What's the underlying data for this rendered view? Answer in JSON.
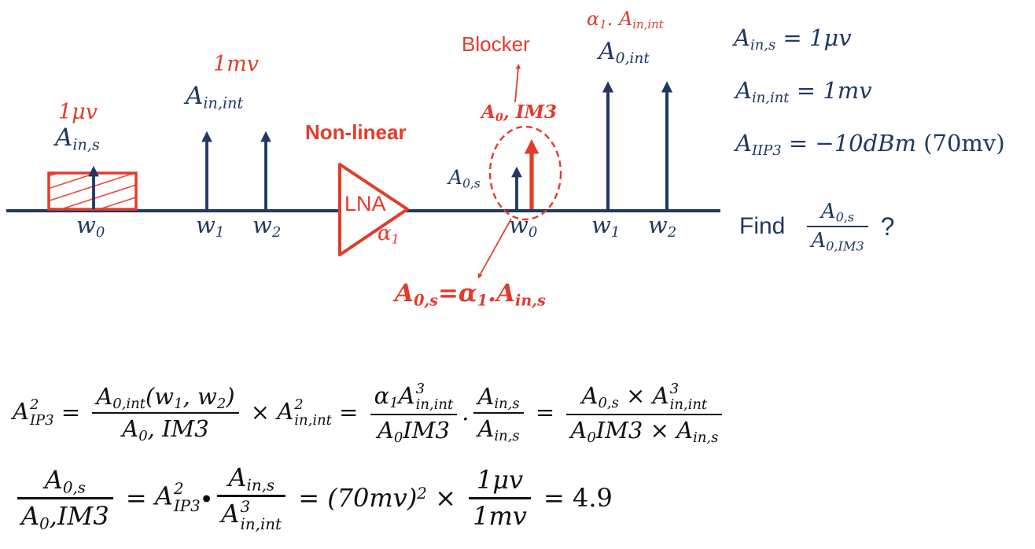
{
  "colors": {
    "navy": "#1F3864",
    "red": "#E33B2B",
    "ink": "#101010"
  },
  "labels": {
    "sig_amp": [
      "1μv"
    ],
    "sig_name": [
      {
        "v": "A",
        "sub": "in,s"
      }
    ],
    "w0": [
      {
        "v": "w",
        "sub": "0"
      }
    ],
    "int_amp": [
      "1mv"
    ],
    "int_name": [
      {
        "v": "A",
        "sub": "in,int"
      }
    ],
    "w1": [
      {
        "v": "w",
        "sub": "1"
      }
    ],
    "w2": [
      {
        "v": "w",
        "sub": "2"
      }
    ],
    "nonlinear": "Non-linear",
    "lna": "LNA",
    "alpha1": [
      {
        "v": "α",
        "sub": "1"
      }
    ],
    "blocker": "Blocker",
    "a0_im3": [
      {
        "v": "A",
        "sub": "0"
      },
      ", IM3"
    ],
    "a0_s": [
      {
        "v": "A",
        "sub": "0,s"
      }
    ],
    "alpha_a_in_int": [
      {
        "v": "α",
        "sub": "1"
      },
      ". ",
      {
        "v": "A",
        "sub": "in,int"
      }
    ],
    "a0_int": [
      {
        "v": "A",
        "sub": "0,int"
      }
    ],
    "red_identity": [
      {
        "v": "A",
        "sub": "0,s"
      },
      {
        "up": "="
      },
      {
        "v": "α",
        "sub": "1"
      },
      ".",
      {
        "v": "A",
        "sub": "in,s"
      }
    ]
  },
  "info": {
    "line1": [
      {
        "v": "A",
        "sub": "in,s"
      },
      {
        "up": " = "
      },
      "1μv"
    ],
    "line2": [
      {
        "v": "A",
        "sub": "in,int"
      },
      {
        "up": " = "
      },
      "1mv"
    ],
    "line3": [
      {
        "v": "A",
        "sub": "IIP3"
      },
      {
        "up": " = "
      },
      "−10dBm",
      {
        "up": " (70mv)"
      }
    ]
  },
  "find": {
    "label": "Find",
    "fraction": [
      {
        "frac": [
          [
            {
              "v": "A",
              "sub": "0,s"
            }
          ],
          [
            {
              "v": "A",
              "sub": "0,IM3"
            }
          ]
        ]
      }
    ],
    "question": "?"
  },
  "equations": {
    "line1": [
      {
        "v": "A",
        "sup": "2",
        "sub": "IP3"
      },
      {
        "up": " = "
      },
      {
        "frac": [
          [
            {
              "v": "A",
              "sub": "0,int"
            },
            "(",
            {
              "v": "w",
              "sub": "1"
            },
            ", ",
            {
              "v": "w",
              "sub": "2"
            },
            ")"
          ],
          [
            {
              "v": "A",
              "sub": "0"
            },
            ", IM3"
          ]
        ]
      },
      {
        "up": " × "
      },
      {
        "v": "A",
        "sup": "2",
        "sub": "in,int"
      },
      {
        "up": " = "
      },
      {
        "frac": [
          [
            {
              "v": "α",
              "sub": "1"
            },
            {
              "v": "A",
              "sup": "3",
              "sub": "in,int"
            }
          ],
          [
            {
              "v": "A",
              "sub": "0"
            },
            "IM3"
          ]
        ]
      },
      ".",
      {
        "frac": [
          [
            {
              "v": "A",
              "sub": "in,s"
            }
          ],
          [
            {
              "v": "A",
              "sub": "in,s"
            }
          ]
        ]
      },
      {
        "up": " = "
      },
      {
        "frac": [
          [
            {
              "v": "A",
              "sub": "0,s"
            },
            {
              "up": " × "
            },
            {
              "v": "A",
              "sup": "3",
              "sub": "in,int"
            }
          ],
          [
            {
              "v": "A",
              "sub": "0"
            },
            "IM3",
            {
              "up": " × "
            },
            {
              "v": "A",
              "sub": "in,s"
            }
          ]
        ]
      }
    ],
    "line2": [
      {
        "frac": [
          [
            {
              "v": "A",
              "sub": "0,s"
            }
          ],
          [
            {
              "v": "A",
              "sub": "0"
            },
            ",IM3"
          ]
        ]
      },
      {
        "up": " = "
      },
      {
        "v": "A",
        "sup": "2",
        "sub": "IP3"
      },
      "∙",
      {
        "frac": [
          [
            {
              "v": "A",
              "sub": "in,s"
            }
          ],
          [
            {
              "v": "A",
              "sup": "3",
              "sub": "in,int"
            }
          ]
        ]
      },
      {
        "up": " = "
      },
      {
        "v": "(70mv)",
        "sup": "2"
      },
      {
        "up": " × "
      },
      {
        "frac": [
          [
            "1μv"
          ],
          [
            "1mv"
          ]
        ]
      },
      {
        "up": " = 4.9"
      }
    ]
  }
}
